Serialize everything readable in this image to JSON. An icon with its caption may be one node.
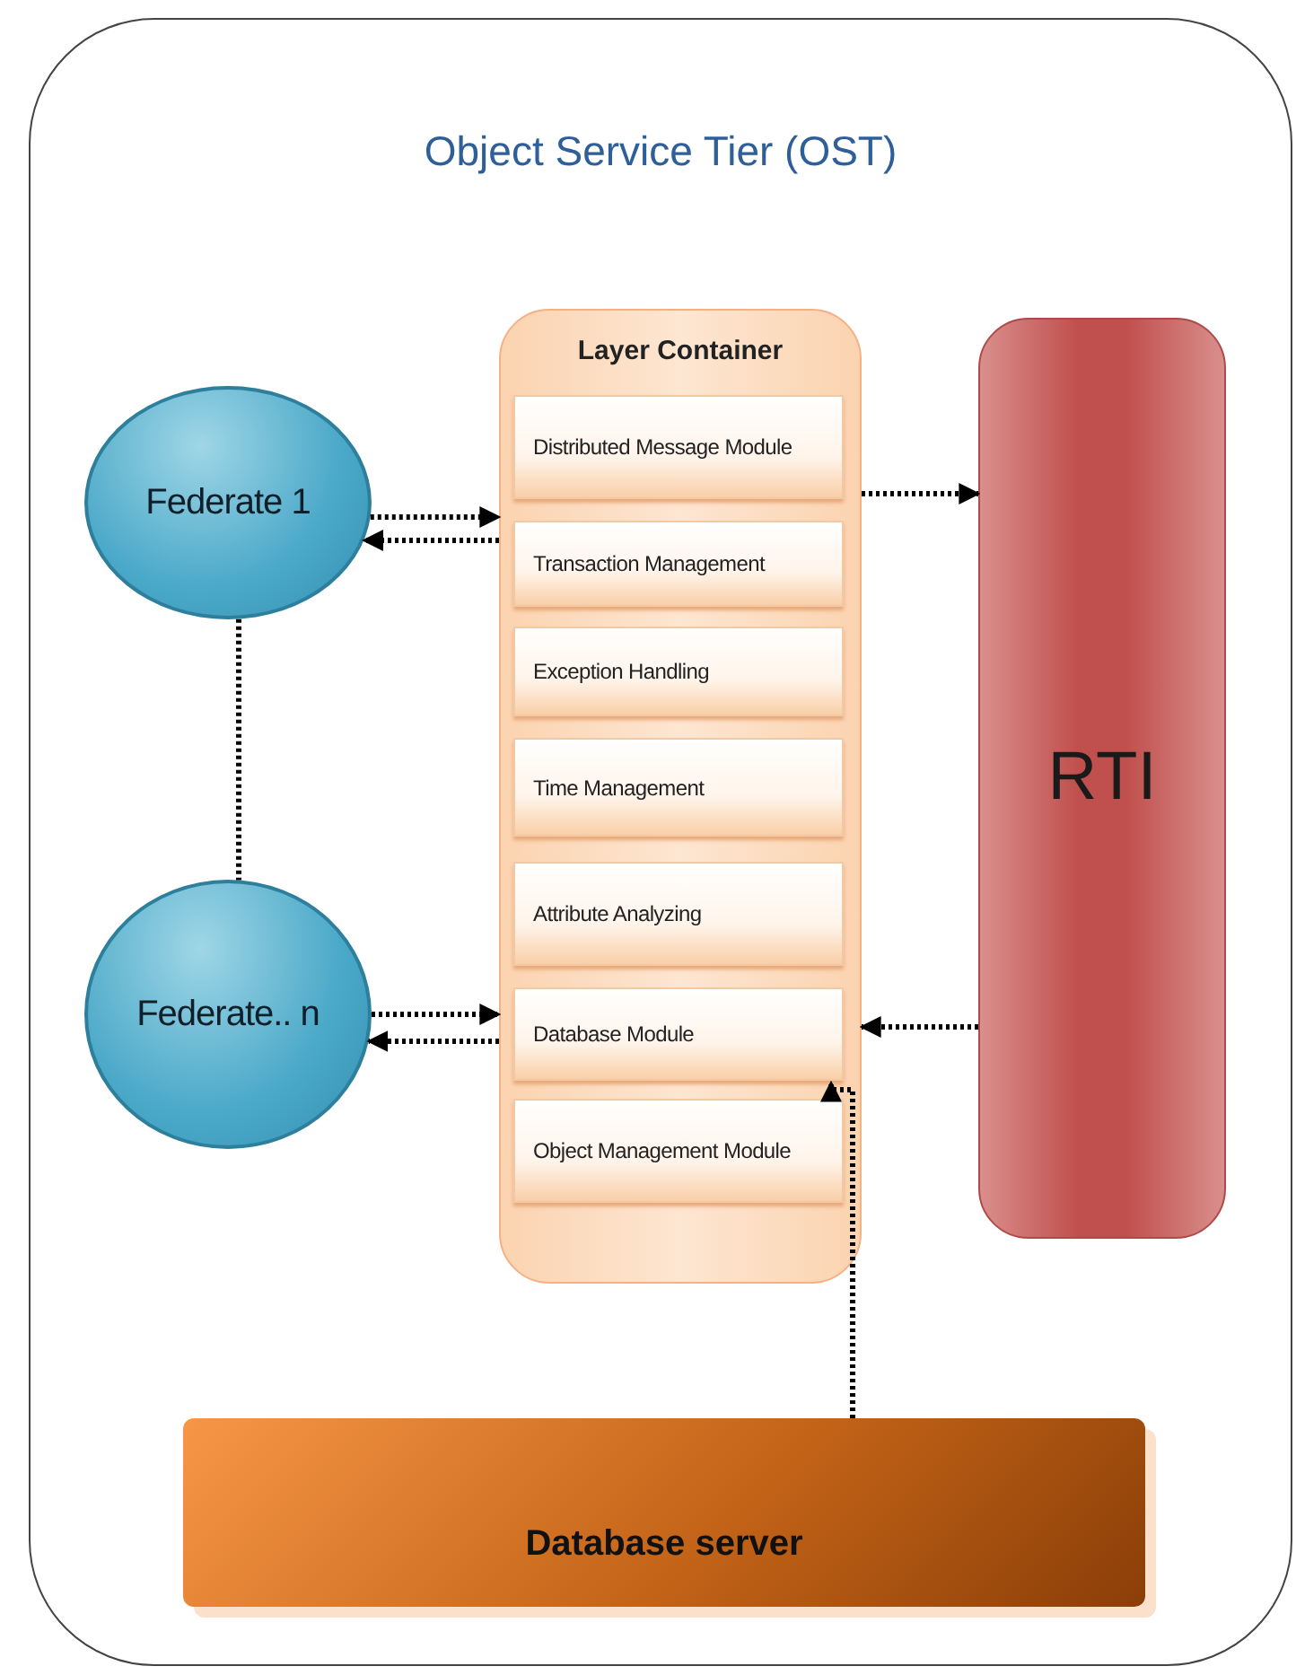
{
  "diagram": {
    "nodes": [
      {
        "text": [
          "Object Service Tier (OST)"
        ]
      },
      {
        "text": [
          "Federate 1"
        ],
        "in": 0
      },
      {
        "text": [
          "Federate.. n"
        ],
        "in": 0
      },
      {
        "text": [
          "Layer Container"
        ],
        "in": 0
      },
      {
        "text": [
          "Distributed Message Module"
        ],
        "in": 3
      },
      {
        "text": [
          "Transaction Management"
        ],
        "in": 3
      },
      {
        "text": [
          "Exception Handling"
        ],
        "in": 3
      },
      {
        "text": [
          "Time Management"
        ],
        "in": 3
      },
      {
        "text": [
          "Attribute Analyzing"
        ],
        "in": 3
      },
      {
        "text": [
          "Database  Module"
        ],
        "in": 3
      },
      {
        "text": [
          "Object Management Module"
        ],
        "in": 3
      },
      {
        "text": [
          "RTI"
        ],
        "in": 0
      },
      {
        "text": [
          "Database server"
        ],
        "in": 0
      }
    ],
    "edges": [
      {
        "from": 1,
        "to": 3,
        "arrow": "to",
        "style": "dashed"
      },
      {
        "from": 3,
        "to": 1,
        "arrow": "to",
        "style": "dashed"
      },
      {
        "from": 3,
        "to": 11,
        "arrow": "to",
        "style": "dashed"
      },
      {
        "from": 2,
        "to": 3,
        "arrow": "to",
        "style": "dashed"
      },
      {
        "from": 3,
        "to": 2,
        "arrow": "to",
        "style": "dashed"
      },
      {
        "from": 11,
        "to": 3,
        "arrow": "to",
        "style": "dashed"
      },
      {
        "from": 12,
        "to": 9,
        "arrow": "to",
        "style": "dashed"
      },
      {
        "from": 1,
        "to": 2,
        "arrow": "none",
        "style": "dashed"
      }
    ]
  }
}
